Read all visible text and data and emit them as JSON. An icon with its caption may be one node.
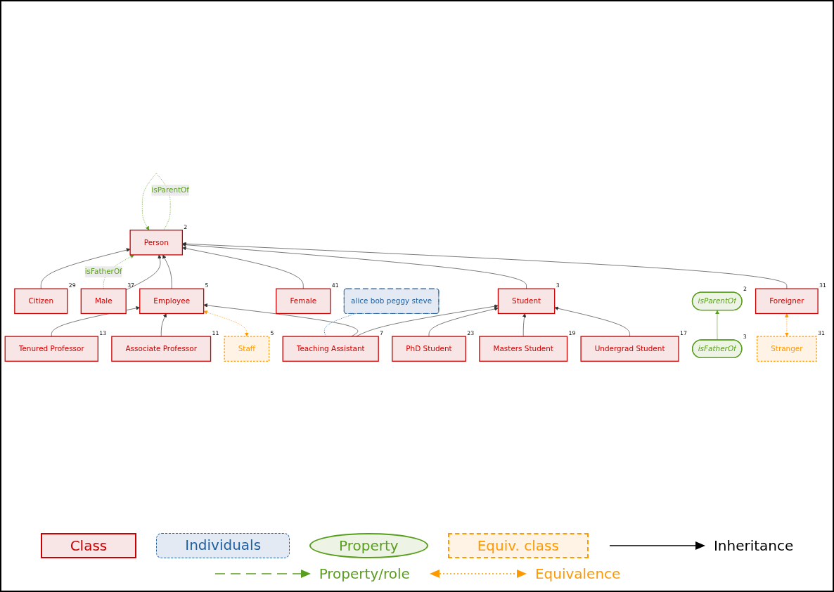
{
  "diagram": {
    "nodes": [
      {
        "text": [
          "Citizen"
        ],
        "beside": [
          "29"
        ]
      },
      {
        "text": [
          "Person"
        ],
        "beside": [
          "2"
        ]
      },
      {
        "text": [
          "Male"
        ],
        "beside": [
          "37"
        ]
      },
      {
        "text": [
          "Foreigner"
        ],
        "beside": [
          "31"
        ]
      },
      {
        "text": [
          "Female"
        ],
        "beside": [
          "41"
        ]
      },
      {
        "text": [
          "Stranger"
        ],
        "beside": [
          "31"
        ]
      },
      {
        "text": [
          "isParentOf"
        ],
        "beside": [
          "2"
        ]
      },
      {
        "text": [
          "isFatherOf"
        ],
        "beside": [
          "3"
        ]
      },
      {
        "text": [
          "Undergrad Student"
        ],
        "beside": [
          "17"
        ]
      },
      {
        "text": [
          "Student"
        ],
        "beside": [
          "3"
        ]
      },
      {
        "text": [
          "Staff"
        ],
        "beside": [
          "5"
        ]
      },
      {
        "text": [
          "Employee"
        ],
        "beside": [
          "5"
        ]
      },
      {
        "text": [
          "Associate Professor"
        ],
        "beside": [
          "11"
        ]
      },
      {
        "text": [
          "Masters Student"
        ],
        "beside": [
          "19"
        ]
      },
      {
        "text": [
          "Tenured Professor"
        ],
        "beside": [
          "13"
        ]
      },
      {
        "text": [
          "PhD Student"
        ],
        "beside": [
          "23"
        ]
      },
      {
        "text": [
          "Teaching Assistant"
        ],
        "beside": [
          "7"
        ]
      },
      {
        "text": [
          "alice bob peggy steve"
        ]
      }
    ],
    "edges": [
      {
        "from": 0,
        "to": 1,
        "arrow": "to"
      },
      {
        "from": 3,
        "to": 1,
        "arrow": "to"
      },
      {
        "from": 2,
        "to": 1,
        "arrow": "to"
      },
      {
        "from": 4,
        "to": 1,
        "arrow": "to"
      },
      {
        "from": 1,
        "to": 1,
        "arrow": "to",
        "label": "isParentOf",
        "style": "dashed",
        "color": "#5a9e1e"
      },
      {
        "from": 2,
        "to": 1,
        "arrow": "to",
        "label": "isFatherOf",
        "style": "dashed",
        "color": "#5a9e1e"
      },
      {
        "from": 5,
        "to": 3,
        "arrow": "both",
        "style": "dashed",
        "color": "#ff9900"
      },
      {
        "from": 7,
        "to": 6,
        "arrow": "to",
        "color": "#5a9e1e"
      },
      {
        "from": 9,
        "to": 1,
        "arrow": "to"
      },
      {
        "from": 11,
        "to": 1,
        "arrow": "to"
      },
      {
        "from": 8,
        "to": 9,
        "arrow": "to"
      },
      {
        "from": 13,
        "to": 9,
        "arrow": "to"
      },
      {
        "from": 15,
        "to": 9,
        "arrow": "to"
      },
      {
        "from": 10,
        "to": 11,
        "arrow": "both",
        "style": "dashed",
        "color": "#ff9900"
      },
      {
        "from": 12,
        "to": 11,
        "arrow": "to"
      },
      {
        "from": 14,
        "to": 11,
        "arrow": "to"
      },
      {
        "from": 16,
        "to": 9,
        "arrow": "to"
      },
      {
        "from": 16,
        "to": 11,
        "arrow": "to"
      },
      {
        "from": 16,
        "to": 17,
        "arrow": "none",
        "style": "dashed",
        "color": "#1f5fa0"
      }
    ],
    "legend": [
      {
        "text": "Class"
      },
      {
        "text": "Individuals"
      },
      {
        "text": "Property"
      },
      {
        "text": "Equiv. class"
      },
      {
        "text": "Inheritance"
      },
      {
        "text": "Property/role"
      },
      {
        "text": "Equivalence"
      }
    ]
  }
}
